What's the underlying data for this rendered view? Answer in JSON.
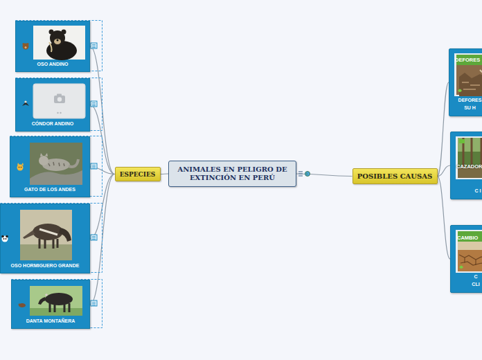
{
  "diagram": {
    "nodes": [
      {
        "text": [
          "ANIMALES EN PELIGRO DE EXTINCIÓN EN PERÚ"
        ]
      },
      {
        "text": [
          "ESPECIES"
        ]
      },
      {
        "text": [
          "OSO ANDINO"
        ]
      },
      {
        "text": [
          "CÓNDOR ANDINO"
        ]
      },
      {
        "text": [
          "GATO DE LOS ANDES"
        ]
      },
      {
        "text": [
          "OSO HORMIGUERO GRANDE"
        ]
      },
      {
        "text": [
          "DANTA MONTAÑERA"
        ]
      },
      {
        "text": [
          "POSIBLES CAUSAS"
        ]
      },
      {
        "text": [
          "DEFORES SU H"
        ]
      },
      {
        "text": [
          "C I"
        ]
      },
      {
        "text": [
          "C CLI"
        ]
      }
    ],
    "edges": [
      {
        "from": 0,
        "to": 1,
        "arrow": "none"
      },
      {
        "from": 0,
        "to": 7,
        "arrow": "none"
      },
      {
        "from": 1,
        "to": 2,
        "arrow": "none"
      },
      {
        "from": 1,
        "to": 3,
        "arrow": "none"
      },
      {
        "from": 1,
        "to": 4,
        "arrow": "none"
      },
      {
        "from": 1,
        "to": 5,
        "arrow": "none"
      },
      {
        "from": 1,
        "to": 6,
        "arrow": "none"
      },
      {
        "from": 7,
        "to": 8,
        "arrow": "none"
      },
      {
        "from": 7,
        "to": 9,
        "arrow": "none"
      },
      {
        "from": 7,
        "to": 10,
        "arrow": "none"
      }
    ],
    "labels": [
      "DEFORES",
      "CAZADOR",
      "CAMBIO"
    ]
  }
}
